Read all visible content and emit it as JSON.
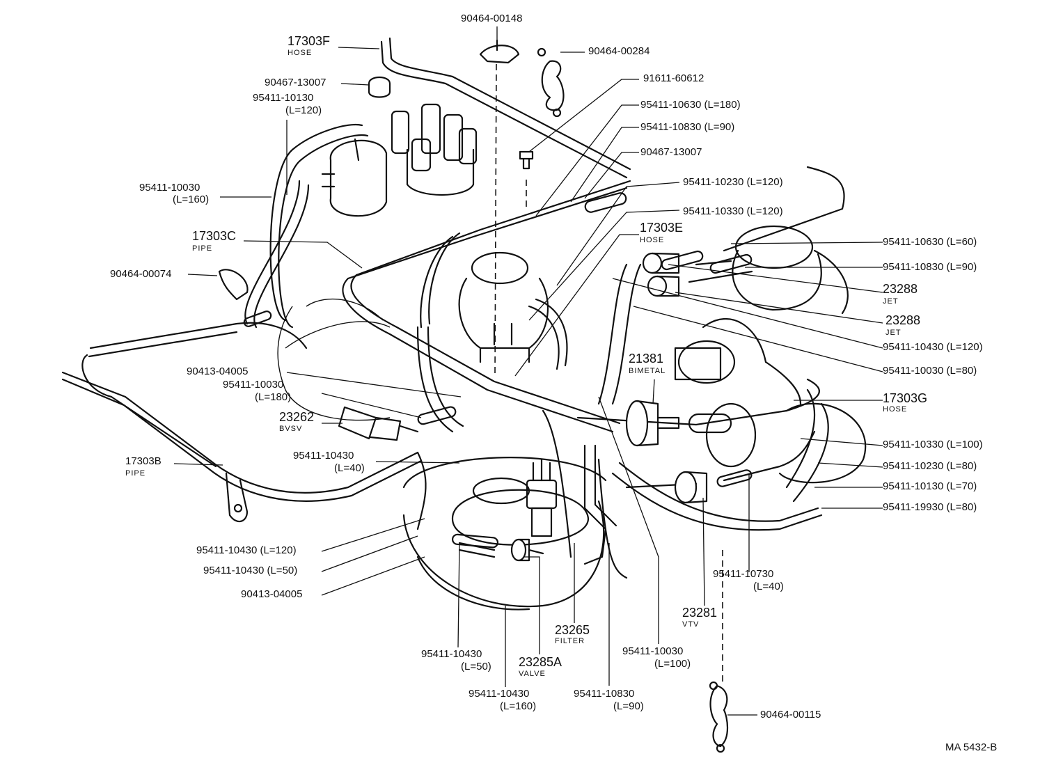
{
  "callouts": {
    "c90464_00148": "90464-00148",
    "c17303F": "17303F",
    "c17303F_sub": "HOSE",
    "c90464_00284": "90464-00284",
    "c90467_13007a": "90467-13007",
    "c95411_10130": "95411-10130",
    "c95411_10130_len": "(L=120)",
    "c91611_60612": "91611-60612",
    "c95411_10630_180": "95411-10630 (L=180)",
    "c95411_10830_90a": "95411-10830 (L=90)",
    "c90467_13007b": "90467-13007",
    "c95411_10230_120": "95411-10230 (L=120)",
    "c95411_10330_120": "95411-10330 (L=120)",
    "c95411_10030_160": "95411-10030",
    "c95411_10030_160_len": "(L=160)",
    "c17303C": "17303C",
    "c17303C_sub": "PIPE",
    "c17303E": "17303E",
    "c17303E_sub": "HOSE",
    "c95411_10630_60": "95411-10630 (L=60)",
    "c95411_10830_90b": "95411-10830 (L=90)",
    "c90464_00074": "90464-00074",
    "c23288a": "23288",
    "c23288a_sub": "JET",
    "c23288b": "23288",
    "c23288b_sub": "JET",
    "c95411_10430_120r": "95411-10430 (L=120)",
    "c21381": "21381",
    "c21381_sub": "BIMETAL",
    "c90413_04005a": "90413-04005",
    "c95411_10030_80": "95411-10030 (L=80)",
    "c95411_10030_180": "95411-10030",
    "c95411_10030_180_len": "(L=180)",
    "c17303G": "17303G",
    "c17303G_sub": "HOSE",
    "c23262": "23262",
    "c23262_sub": "BVSV",
    "c95411_10330_100": "95411-10330 (L=100)",
    "c95411_10430_40": "95411-10430",
    "c95411_10430_40_len": "(L=40)",
    "c95411_10230_80": "95411-10230 (L=80)",
    "c17303B": "17303B",
    "c17303B_sub": "PIPE",
    "c95411_10130_70": "95411-10130 (L=70)",
    "c95411_19930_80": "95411-19930 (L=80)",
    "c95411_10430_120l": "95411-10430 (L=120)",
    "c95411_10430_50l": "95411-10430 (L=50)",
    "c95411_10730": "95411-10730",
    "c95411_10730_len": "(L=40)",
    "c90413_04005b": "90413-04005",
    "c23281": "23281",
    "c23281_sub": "VTV",
    "c23265": "23265",
    "c23265_sub": "FILTER",
    "c95411_10030_100": "95411-10030",
    "c95411_10030_100_len": "(L=100)",
    "c95411_10430_50b": "95411-10430",
    "c95411_10430_50b_len": "(L=50)",
    "c23285A": "23285A",
    "c23285A_sub": "VALVE",
    "c95411_10430_160": "95411-10430",
    "c95411_10430_160_len": "(L=160)",
    "c95411_10830_90c": "95411-10830",
    "c95411_10830_90c_len": "(L=90)",
    "c90464_00115": "90464-00115",
    "diagram_code": "MA  5432-B"
  }
}
